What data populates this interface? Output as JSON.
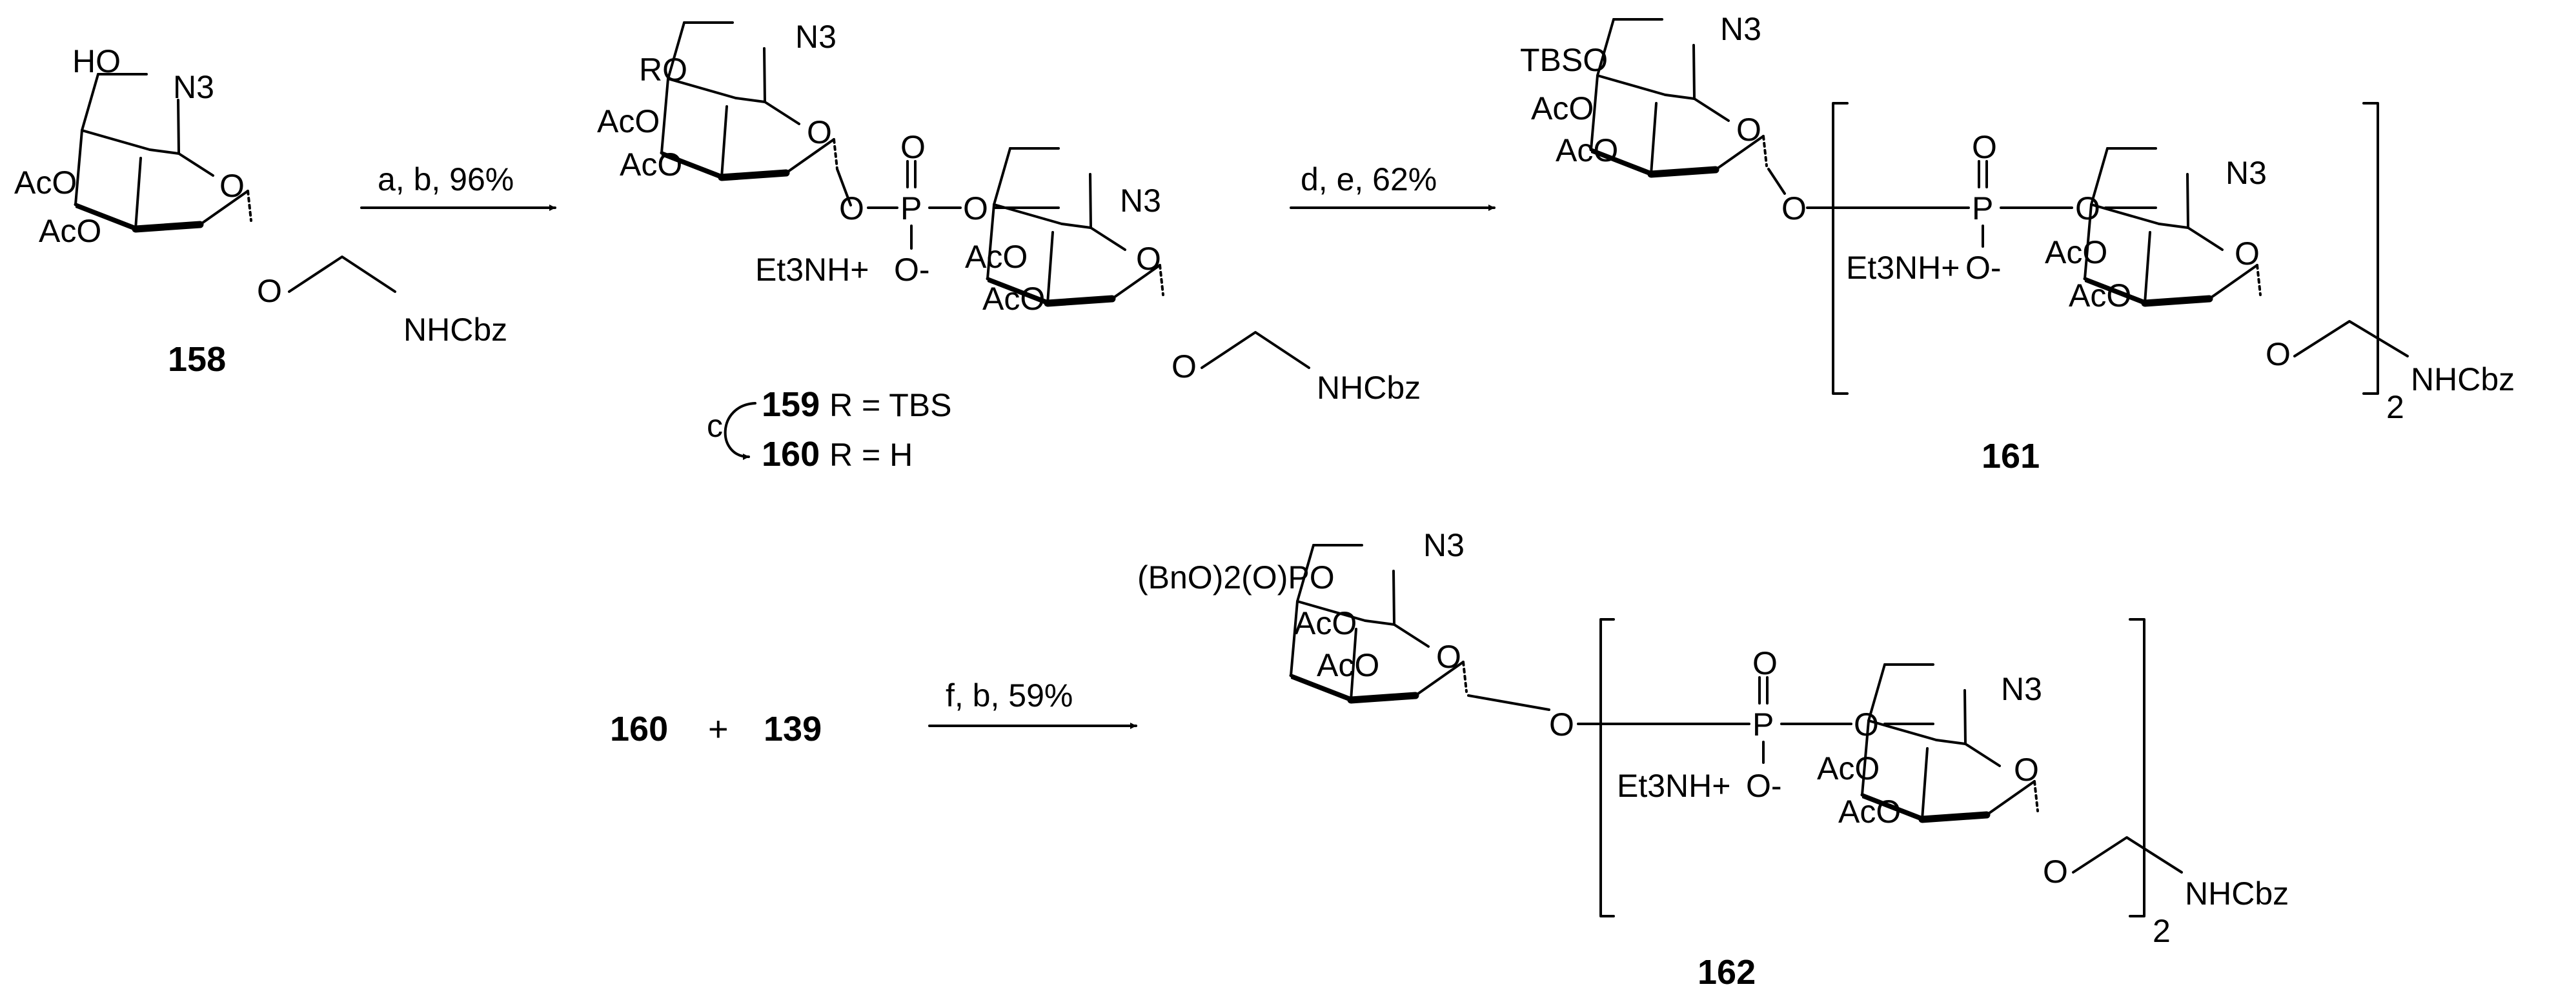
{
  "compounds": {
    "c158": {
      "number": "158",
      "atoms": {
        "n3": "N3",
        "ho": "HO",
        "aco_upper": "AcO",
        "aco_lower": "AcO",
        "o_ring": "O",
        "o_glyc": "O",
        "nhcbz": "NHCbz"
      }
    },
    "c159_160": {
      "atoms": {
        "ro": "RO",
        "n3_a": "N3",
        "aco_a1": "AcO",
        "aco_a2": "AcO",
        "o_ring_a": "O",
        "o_p1": "O",
        "p": "P",
        "o_dbl": "O",
        "o_p2": "O",
        "cation": "Et3NH+",
        "o_minus": "O-",
        "n3_b": "N3",
        "aco_b1": "AcO",
        "aco_b2": "AcO",
        "o_ring_b": "O",
        "o_glyc": "O",
        "nhcbz": "NHCbz"
      },
      "label_159": {
        "number": "159",
        "text": "R = TBS"
      },
      "label_160": {
        "number": "160",
        "text": "R = H"
      },
      "step_c": "c"
    },
    "c161": {
      "number": "161",
      "atoms": {
        "tbso": "TBSO",
        "n3_a": "N3",
        "aco_a1": "AcO",
        "aco_a2": "AcO",
        "o_ring_a": "O",
        "o_link": "O",
        "p": "P",
        "o_dbl": "O",
        "o_p2": "O",
        "cation": "Et3NH+",
        "o_minus": "O-",
        "n3_b": "N3",
        "aco_b1": "AcO",
        "aco_b2": "AcO",
        "o_ring_b": "O",
        "o_glyc": "O",
        "nhcbz": "NHCbz",
        "repeat": "2"
      }
    },
    "c162": {
      "number": "162",
      "atoms": {
        "bnpo": "(BnO)2(O)PO",
        "n3_a": "N3",
        "aco_a1": "AcO",
        "aco_a2": "AcO",
        "o_ring_a": "O",
        "o_link": "O",
        "p": "P",
        "o_dbl": "O",
        "o_p2": "O",
        "cation": "Et3NH+",
        "o_minus": "O-",
        "n3_b": "N3",
        "aco_b1": "AcO",
        "aco_b2": "AcO",
        "o_ring_b": "O",
        "o_glyc": "O",
        "nhcbz": "NHCbz",
        "repeat": "2"
      }
    }
  },
  "reactants": {
    "a": "160",
    "plus": "+",
    "b": "139"
  },
  "arrows": {
    "arrow1": {
      "conditions": "a, b, 96%"
    },
    "arrow2": {
      "conditions": "d, e, 62%"
    },
    "arrow3": {
      "conditions": "f, b, 59%"
    }
  }
}
